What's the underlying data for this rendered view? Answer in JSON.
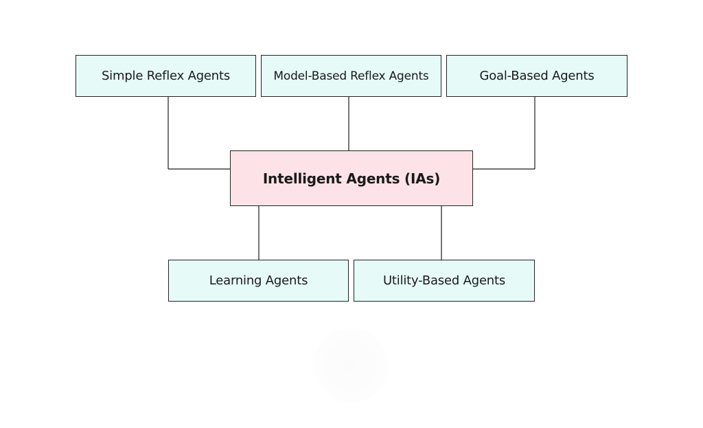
{
  "diagram": {
    "central_node": {
      "label": "Intelligent Agents (IAs)",
      "fill_color": "#fde3e8"
    },
    "top_nodes": [
      {
        "label": "Simple Reflex Agents"
      },
      {
        "label": "Model-Based Reflex Agents"
      },
      {
        "label": "Goal-Based Agents"
      }
    ],
    "bottom_nodes": [
      {
        "label": "Learning Agents"
      },
      {
        "label": "Utility-Based Agents"
      }
    ],
    "leaf_fill_color": "#e6fbf7",
    "line_color": "#1a1a1a"
  }
}
